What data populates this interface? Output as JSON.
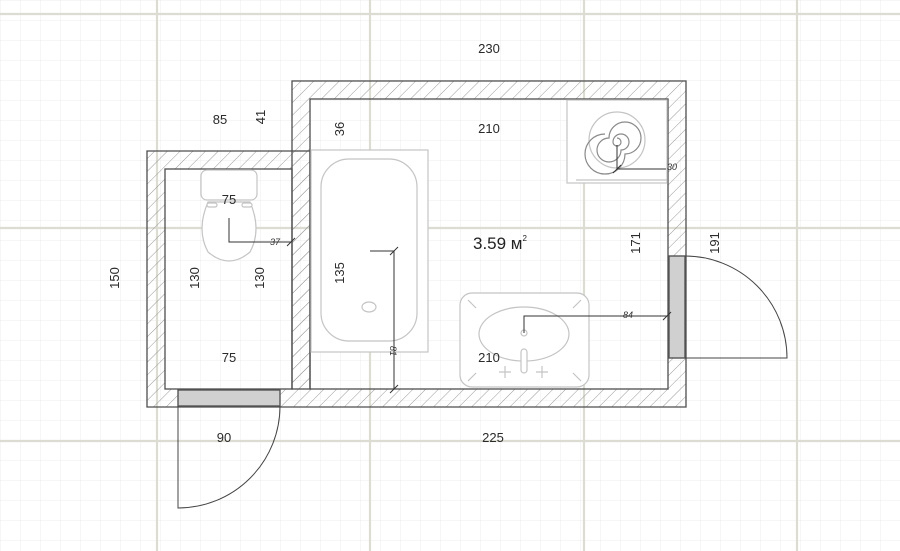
{
  "colors": {
    "background": "#ffffff",
    "grid_fine": "#ececec",
    "grid_major": "#dcdcd2",
    "wall": "#4d4d4d",
    "hatch": "#9a9a9a",
    "fixture": "#c4c4c4",
    "door": "#d0d0d0"
  },
  "area": {
    "value": "3.59 м",
    "superscript": "2"
  },
  "dimensions": {
    "top_width": "230",
    "left_room_width": "85",
    "step_height": "41",
    "inner_top_width": "210",
    "bath_end": "36",
    "cabinet_depth": "30",
    "toilet_width": "75",
    "toilet_offset": "37",
    "left_height_outer": "150",
    "left_room_height_1": "130",
    "left_room_height_2": "130",
    "bath_length": "135",
    "bath_depth_marker": "81",
    "inner_right_height": "171",
    "outer_right_height": "191",
    "sink_offset": "84",
    "inner_bottom_width": "210",
    "left_room_bottom_width": "75",
    "door_width": "90",
    "bottom_width": "225"
  },
  "icons": {
    "toilet": "toilet-icon",
    "bathtub": "bathtub-icon",
    "sink": "sink-icon",
    "washer": "washing-machine-icon",
    "door_left": "door-swing-icon",
    "door_right": "door-swing-icon"
  }
}
